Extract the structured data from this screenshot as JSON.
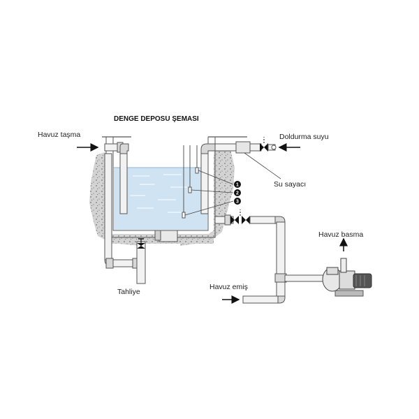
{
  "diagram": {
    "title": "DENGE DEPOSU ŞEMASI",
    "labels": {
      "overflow": "Havuz taşma",
      "fill_water": "Doldurma suyu",
      "water_meter": "Su sayacı",
      "drain": "Tahliye",
      "pool_suction": "Havuz emiş",
      "pool_discharge": "Havuz basma"
    },
    "markers": [
      "1",
      "2",
      "3"
    ]
  },
  "colors": {
    "water": "#cfe3f3",
    "water_edge": "#8fb6d6",
    "soil": "#cccccc",
    "pipe": "#f2f2f2",
    "outline": "#555555",
    "marker": "#111111"
  }
}
